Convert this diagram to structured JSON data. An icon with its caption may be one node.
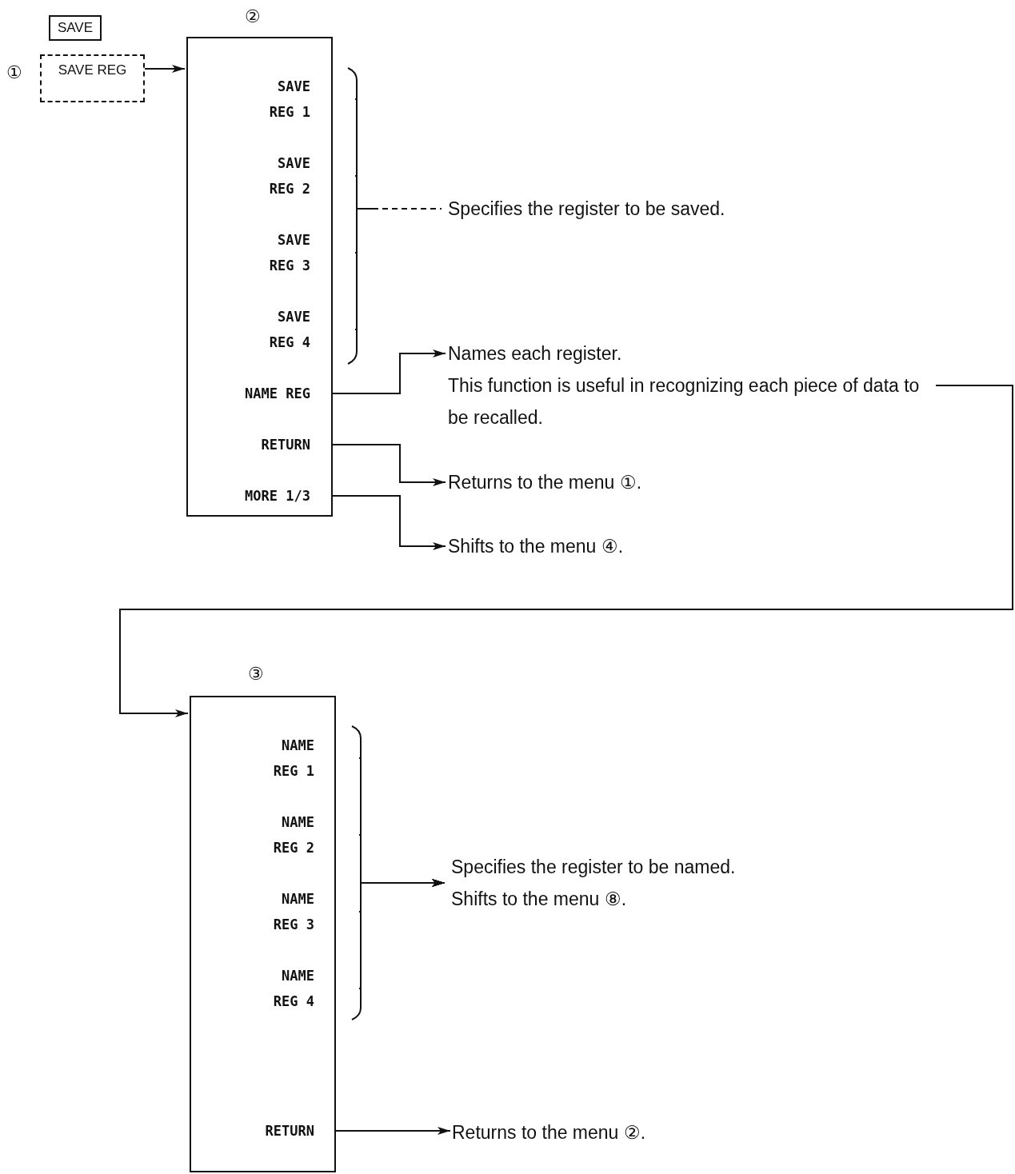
{
  "diagram": {
    "nodes": [
      {
        "text": [
          "SAVE"
        ]
      },
      {
        "text": [
          "SAVE REG"
        ],
        "beside": [
          "①"
        ]
      },
      {
        "text": [],
        "shape": "box",
        "beside": [
          "②"
        ]
      },
      {
        "text": [
          "SAVE REG 1"
        ],
        "in": 2
      },
      {
        "text": [
          "SAVE REG 2"
        ],
        "in": 2
      },
      {
        "text": [
          "SAVE REG 3"
        ],
        "in": 2
      },
      {
        "text": [
          "SAVE REG 4"
        ],
        "in": 2
      },
      {
        "text": [
          "NAME REG"
        ],
        "in": 2
      },
      {
        "text": [
          "RETURN"
        ],
        "in": 2
      },
      {
        "text": [
          "MORE 1/3"
        ],
        "in": 2
      },
      {
        "text": [
          "Specifies the register to be saved."
        ]
      },
      {
        "text": [
          "Names each register.",
          "This function is useful in recognizing each piece of data to be recalled."
        ]
      },
      {
        "text": [
          "Returns to the menu ①."
        ]
      },
      {
        "text": [
          "Shifts to the menu ④."
        ]
      },
      {
        "text": [],
        "shape": "box",
        "beside": [
          "③"
        ]
      },
      {
        "text": [
          "NAME REG 1"
        ],
        "in": 14
      },
      {
        "text": [
          "NAME REG 2"
        ],
        "in": 14
      },
      {
        "text": [
          "NAME REG 3"
        ],
        "in": 14
      },
      {
        "text": [
          "NAME REG 4"
        ],
        "in": 14
      },
      {
        "text": [
          "RETURN"
        ],
        "in": 14
      },
      {
        "text": [
          "Specifies the register to be named.",
          "Shifts to the menu ⑧."
        ]
      },
      {
        "text": [
          "Returns to the menu ②."
        ]
      }
    ],
    "edges": [
      {
        "from": 1,
        "to": 2,
        "arrow": "to"
      },
      {
        "from": 3,
        "to": 10,
        "arrow": "none",
        "style": "dashed"
      },
      {
        "from": 4,
        "to": 10,
        "arrow": "none",
        "style": "dashed"
      },
      {
        "from": 5,
        "to": 10,
        "arrow": "none",
        "style": "dashed"
      },
      {
        "from": 6,
        "to": 10,
        "arrow": "none",
        "style": "dashed"
      },
      {
        "from": 7,
        "to": 11,
        "arrow": "to"
      },
      {
        "from": 8,
        "to": 12,
        "arrow": "to"
      },
      {
        "from": 9,
        "to": 13,
        "arrow": "to"
      },
      {
        "from": 11,
        "to": 14,
        "arrow": "to"
      },
      {
        "from": 15,
        "to": 20,
        "arrow": "to"
      },
      {
        "from": 16,
        "to": 20,
        "arrow": "to"
      },
      {
        "from": 17,
        "to": 20,
        "arrow": "to"
      },
      {
        "from": 18,
        "to": 20,
        "arrow": "to"
      },
      {
        "from": 19,
        "to": 21,
        "arrow": "to"
      }
    ]
  }
}
